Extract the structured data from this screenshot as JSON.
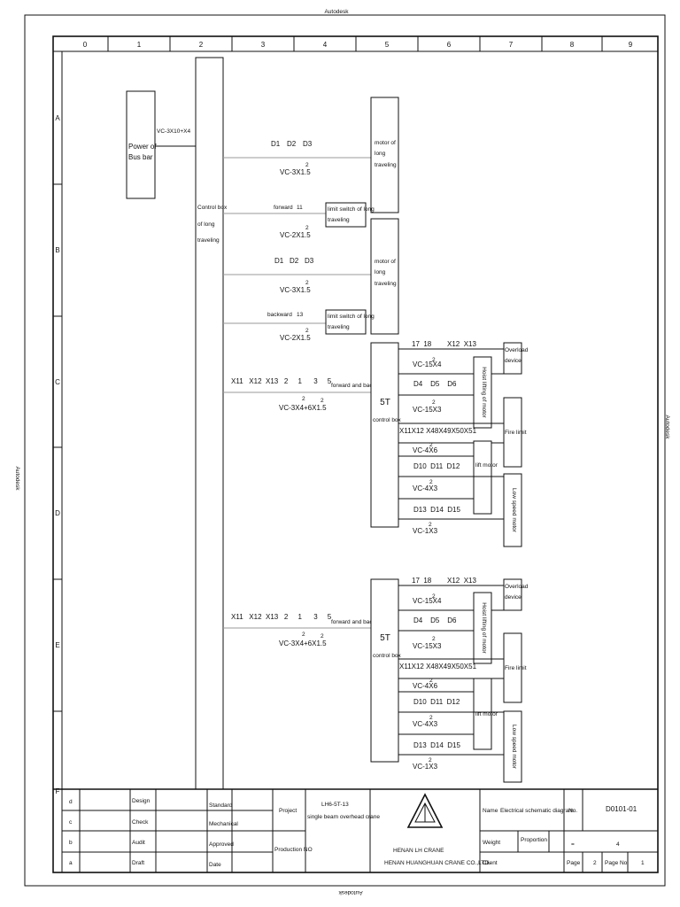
{
  "header_text": "Autodesk",
  "footer_text": "Autodesk",
  "side_left_text": "Autodesk",
  "side_right_text": "Autodesk",
  "columns": [
    "0",
    "1",
    "2",
    "3",
    "4",
    "5",
    "6",
    "7",
    "8",
    "9"
  ],
  "rows": [
    "A",
    "B",
    "C",
    "D",
    "E",
    "F"
  ],
  "busbar": {
    "label1": "Power of",
    "label2": "Bus bar",
    "cable": "VC-3X10+X4"
  },
  "controlbox": {
    "l1": "Control box",
    "l2": "of long",
    "l3": "traveling"
  },
  "motors": [
    {
      "wires": [
        "D1",
        "D2",
        "D3"
      ],
      "cable": "VC-3X1.5",
      "sup": "2",
      "l1": "motor of",
      "l2": "long",
      "l3": "traveling"
    },
    {
      "wires": [
        "D1",
        "D2",
        "D3"
      ],
      "cable": "VC-3X1.5",
      "sup": "2",
      "l1": "motor of",
      "l2": "long",
      "l3": "traveling"
    }
  ],
  "limits": [
    {
      "dir": "forward",
      "num": "11",
      "cable": "VC-2X1.5",
      "sup": "2",
      "l1": "limit switch of long",
      "l2": "traveling"
    },
    {
      "dir": "backward",
      "num": "13",
      "cable": "VC-2X1.5",
      "sup": "2",
      "l1": "limit switch of long",
      "l2": "traveling"
    }
  ],
  "hoists": [
    {
      "wires": "X11   X12  X13   2     1      3     5",
      "fb": "forward and backward",
      "cable": "VC-3X4+6X1.5",
      "box1": "5T",
      "box2": "control box",
      "r1": "17  18        X12  X13",
      "c1": "VC-15X4",
      "r2": "D4    D5    D6",
      "c2": "VC-15X3",
      "r3": "X11X12 X48X49X50X51",
      "c3": "VC-4X6",
      "r4": "D10  D11  D12",
      "c4": "VC-4X3",
      "r5": "D13  D14  D15",
      "c5": "VC-1X3",
      "overload1": "Overload",
      "overload2": "device",
      "hoist_motor": "Hoist lifting of motor",
      "fire": "Fire limit",
      "lift": "lift motor",
      "low1": "Low speed",
      "low2": "motor"
    },
    {
      "wires": "X11   X12  X13   2     1      3     5",
      "fb": "forward and backward",
      "cable": "VC-3X4+6X1.5",
      "box1": "5T",
      "box2": "control box",
      "r1": "17  18        X12  X13",
      "c1": "VC-15X4",
      "r2": "D4    D5    D6",
      "c2": "VC-15X3",
      "r3": "X11X12 X48X49X50X51",
      "c3": "VC-4X6",
      "r4": "D10  D11  D12",
      "c4": "VC-4X3",
      "r5": "D13  D14  D15",
      "c5": "VC-1X3",
      "overload1": "Overload",
      "overload2": "device",
      "hoist_motor": "Hoist lifting of motor",
      "fire": "Fire limit",
      "lift": "lift motor",
      "low1": "Low speed",
      "low2": "motor"
    }
  ],
  "titleblock": {
    "rev": [
      "d",
      "c",
      "b",
      "a"
    ],
    "roles": [
      "Design",
      "Check",
      "Audit",
      "Draft"
    ],
    "roles2": [
      "Standard",
      "Mechanical",
      "Approved",
      "Date"
    ],
    "project": "Project",
    "production": "Production NO",
    "model": "LH6-5T-13",
    "desc": "single beam overhead crane",
    "company1": "HENAN LH CRANE",
    "company2": "HENAN HUANGHUAN CRANE CO.,LTD.",
    "name_label": "Name",
    "name_value": "Electrical schematic diagram",
    "no_label": "No.",
    "no_value": "D0101-01",
    "weight_label": "Weight",
    "proportion_label": "Proportion",
    "proportion_a": "=",
    "proportion_b": "4",
    "client_label": "Client",
    "page_label": "Page",
    "page_value": "2",
    "pageno_label": "Page No.",
    "pageno_value": "1"
  }
}
